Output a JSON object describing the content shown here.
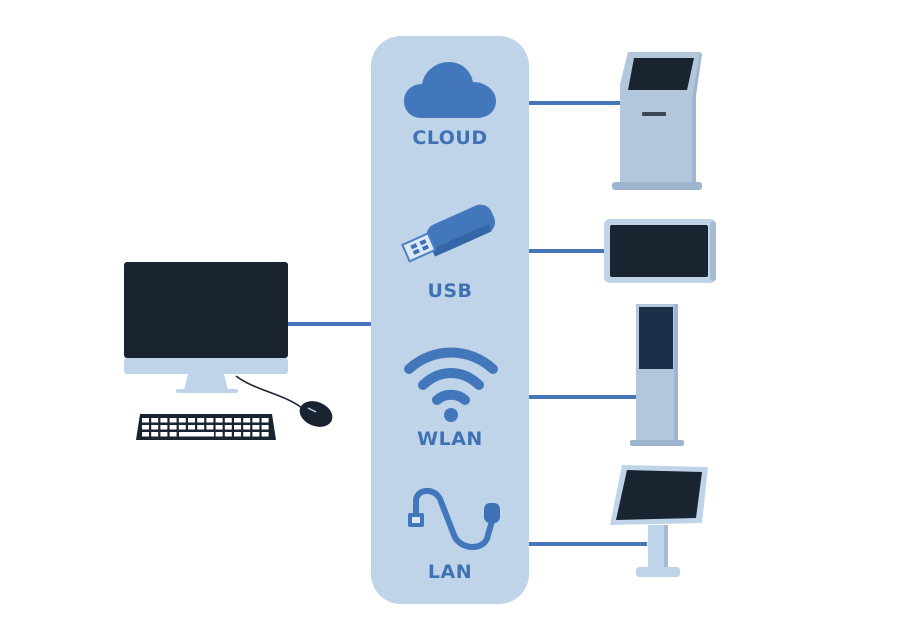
{
  "diagram": {
    "title": "",
    "hub": {
      "items": [
        {
          "id": "cloud",
          "label": "CLOUD",
          "icon": "cloud-icon"
        },
        {
          "id": "usb",
          "label": "USB",
          "icon": "usb-drive-icon"
        },
        {
          "id": "wlan",
          "label": "WLAN",
          "icon": "wifi-icon"
        },
        {
          "id": "lan",
          "label": "LAN",
          "icon": "ethernet-cable-icon"
        }
      ]
    },
    "source_device": {
      "name": "desktop-computer",
      "parts": [
        "monitor",
        "keyboard",
        "mouse"
      ]
    },
    "target_devices": [
      {
        "name": "self-service-kiosk"
      },
      {
        "name": "wall-mounted-display"
      },
      {
        "name": "digital-signage-totem"
      },
      {
        "name": "tilted-touchscreen-kiosk"
      }
    ],
    "colors": {
      "hub_fill": "#c0d4e9",
      "accent": "#3f72b5",
      "line": "#4576b8",
      "screen": "#1a2330",
      "device_body": "#b3c7dc"
    }
  }
}
